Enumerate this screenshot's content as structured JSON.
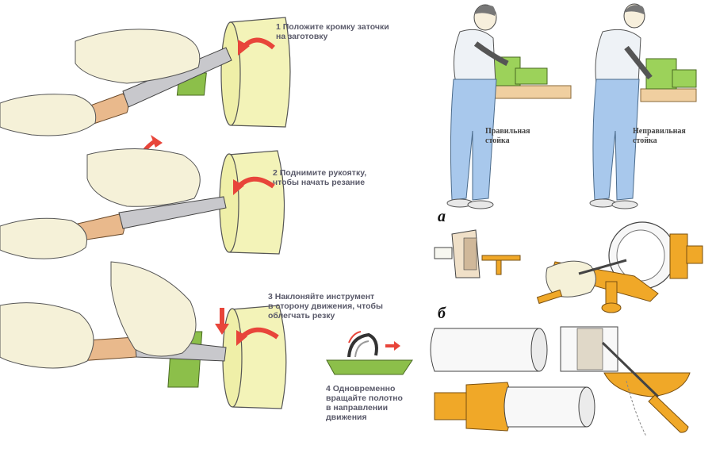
{
  "left_panel": {
    "steps": [
      {
        "lines": [
          "1 Положите кромку заточки",
          "на заготовку"
        ]
      },
      {
        "lines": [
          "2 Поднимите рукоятку,",
          "чтобы начать резание"
        ]
      },
      {
        "lines": [
          "3 Наклоняйте инструмент",
          "в сторону движения, чтобы",
          "облегчать резку"
        ]
      },
      {
        "lines": [
          "4 Одновременно",
          "вращайте полотно",
          "в направлении",
          "движения"
        ]
      }
    ]
  },
  "right_panel": {
    "stance_correct": [
      "Правильная",
      "стойка"
    ],
    "stance_incorrect": [
      "Неправильная",
      "стойка"
    ],
    "label_a": "а",
    "label_b": "б"
  },
  "colors": {
    "wood_log": "#f3f3b8",
    "hand": "#f5f1d8",
    "handle": "#e9b98c",
    "green_chip": "#8cbf4a",
    "arrow_red": "#e8453a",
    "lathe_green": "#9cd25a",
    "orange_part": "#f0a828",
    "shirt": "#eef2f6",
    "jeans": "#a8c8ec"
  }
}
